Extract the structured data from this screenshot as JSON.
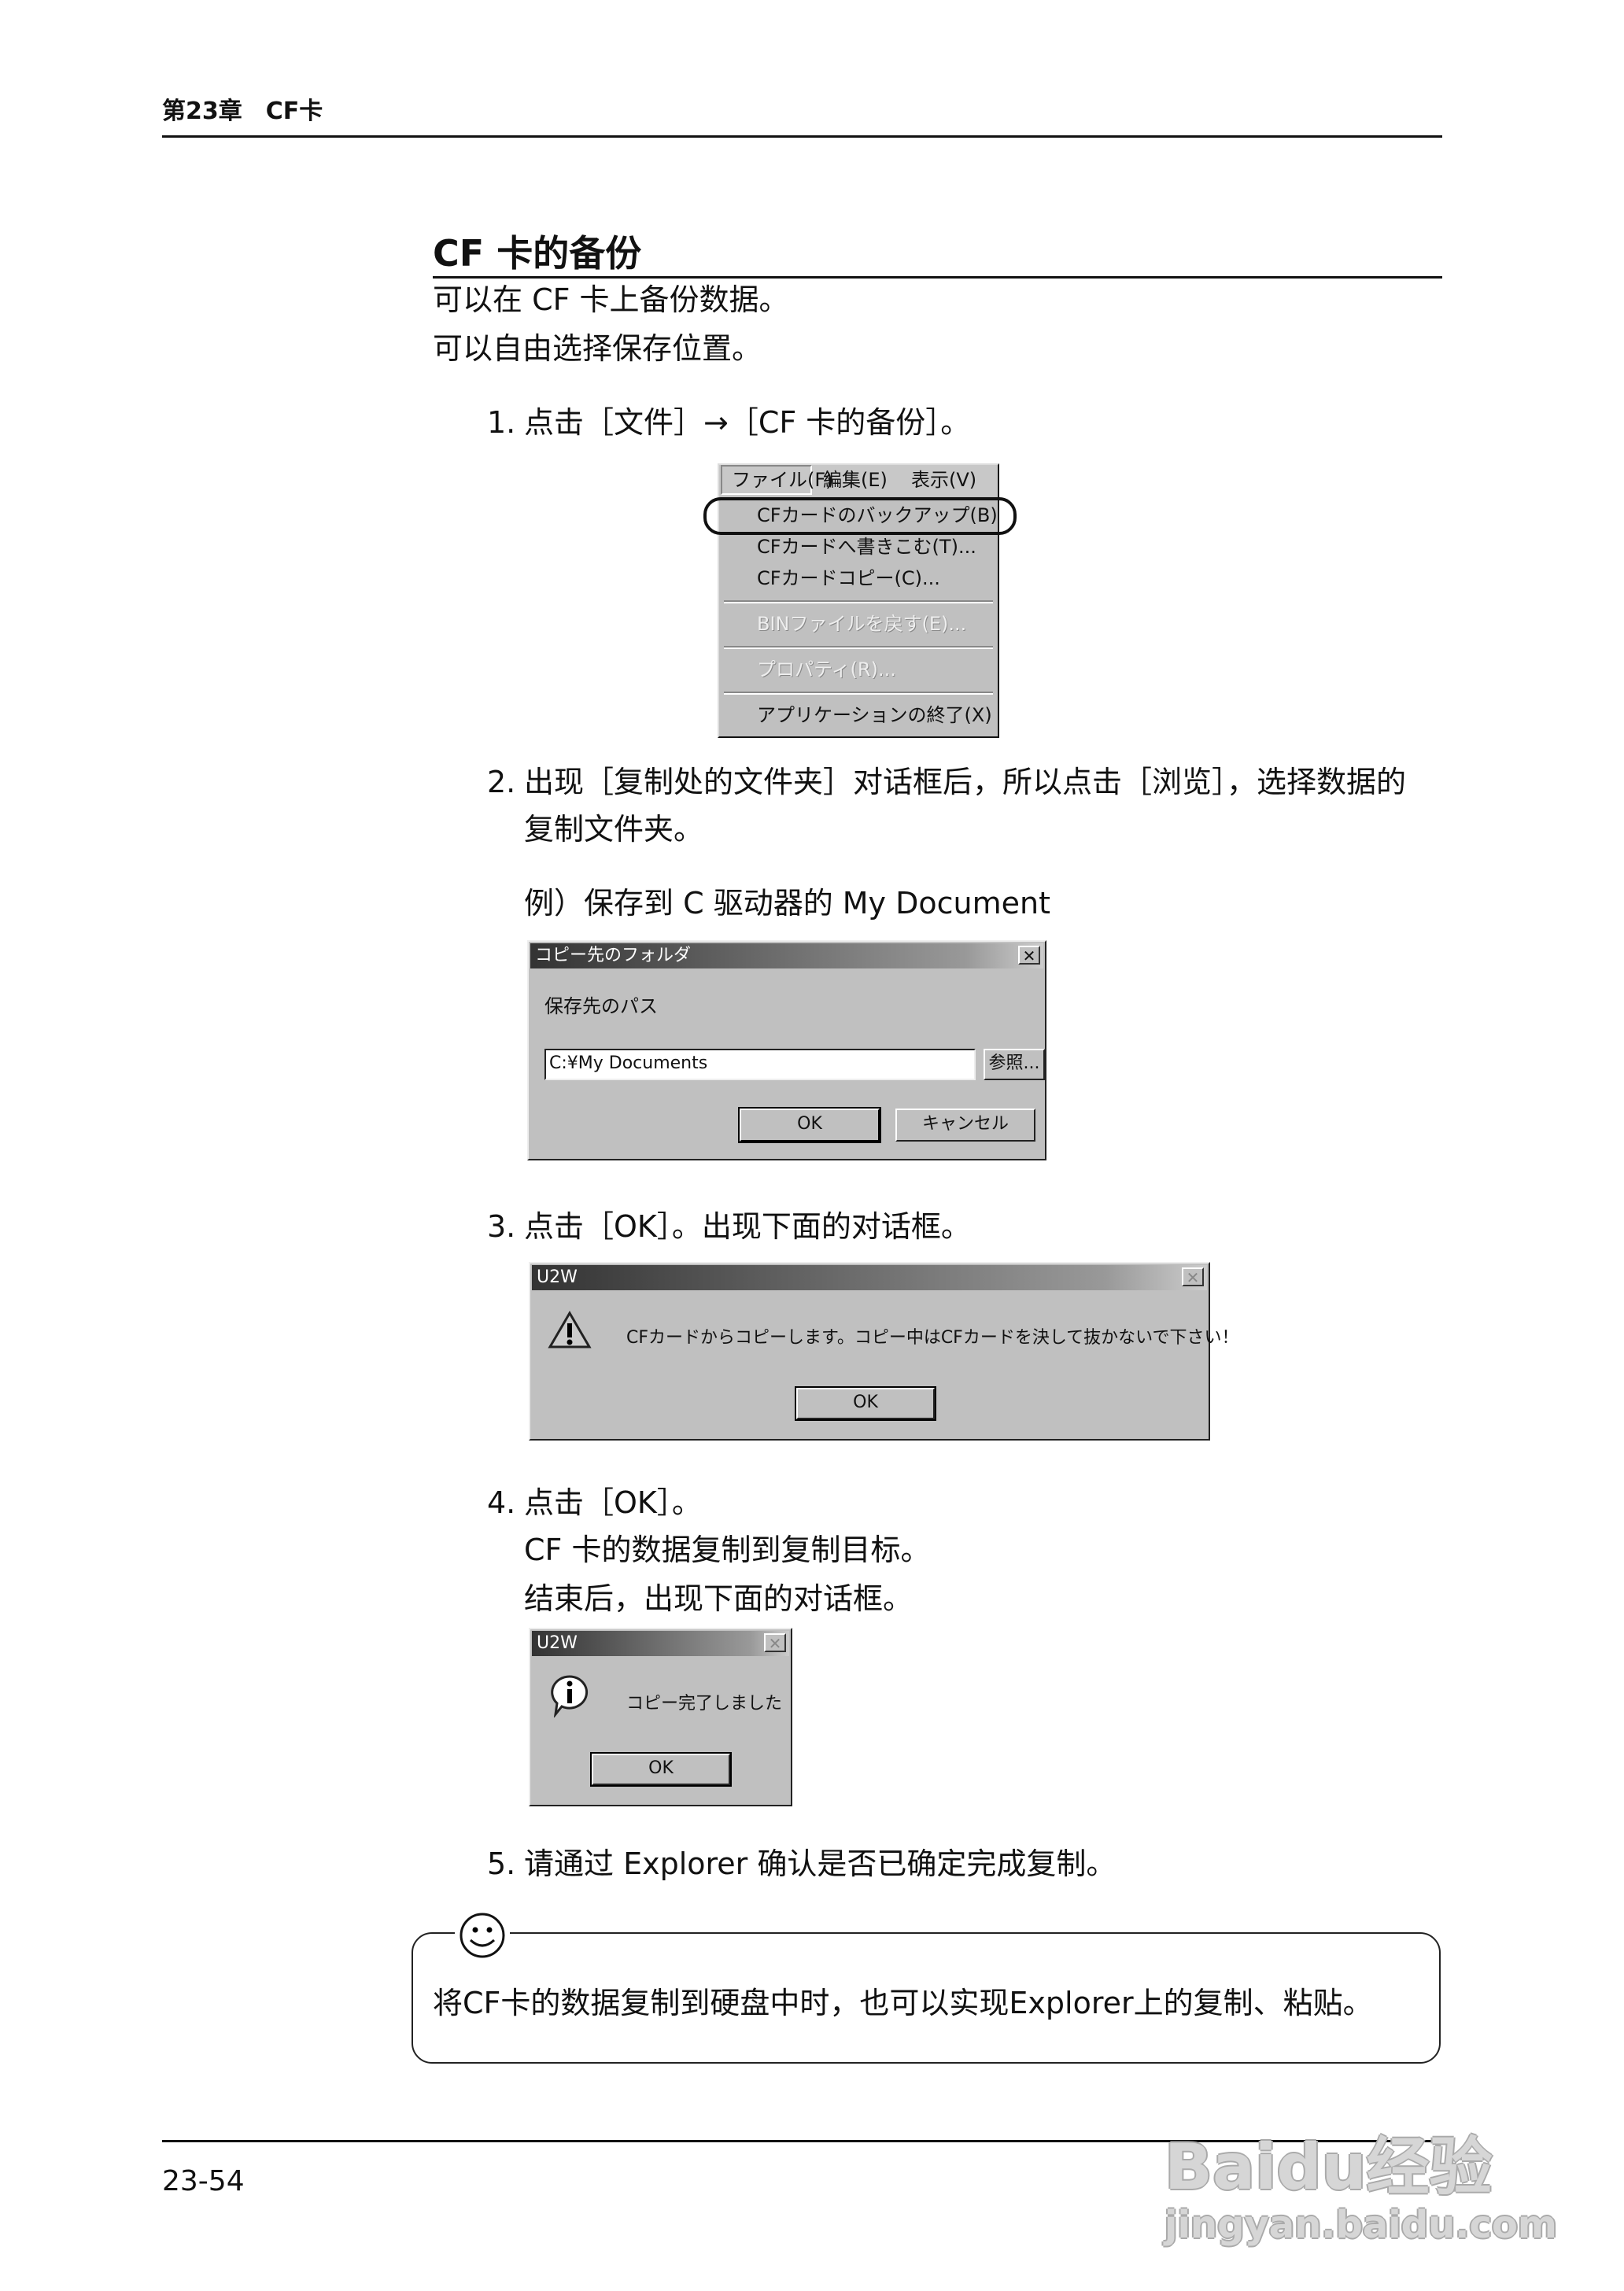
{
  "header": {
    "chapter": "第23章　CF卡",
    "page_number": "23-54"
  },
  "section": {
    "title": "CF 卡的备份",
    "intro": [
      "可以在 CF 卡上备份数据。",
      "可以自由选择保存位置。"
    ]
  },
  "steps": [
    {
      "num": "1.",
      "lines": [
        "点击［文件］→［CF 卡的备份］。"
      ]
    },
    {
      "num": "2.",
      "lines": [
        "出现［复制处的文件夹］对话框后，所以点击［浏览］，选择数据的",
        "复制文件夹。"
      ],
      "example": "例）保存到 C 驱动器的 My Document"
    },
    {
      "num": "3.",
      "lines": [
        "点击［OK］。出现下面的对话框。"
      ]
    },
    {
      "num": "4.",
      "lines": [
        "点击［OK］。",
        "CF 卡的数据复制到复制目标。",
        "结束后，出现下面的对话框。"
      ]
    },
    {
      "num": "5.",
      "lines": [
        "请通过 Explorer 确认是否已确定完成复制。"
      ]
    }
  ],
  "menu": {
    "bar": [
      "ファイル(F)",
      "編集(E)",
      "表示(V)"
    ],
    "items": [
      "CFカードのバックアップ(B)",
      "CFカードへ書きこむ(T)...",
      "CFカードコピー(C)...",
      "BINファイルを戻す(E)...",
      "プロパティ(R)...",
      "アプリケーションの終了(X)"
    ]
  },
  "dialog_folder": {
    "title": "コピー先のフォルダ",
    "label": "保存先のパス",
    "path_value": "C:¥My Documents",
    "browse": "参照...",
    "ok": "OK",
    "cancel": "キャンセル",
    "close": "✕"
  },
  "dialog_warn": {
    "title": "U2W",
    "message": "CFカードからコピーします。コピー中はCFカードを決して抜かないで下さい！",
    "ok": "OK",
    "close": "✕",
    "icon": "warning-icon"
  },
  "dialog_info": {
    "title": "U2W",
    "message": "コピー完了しました",
    "ok": "OK",
    "close": "✕",
    "icon": "info-icon"
  },
  "note": {
    "icon": "smiley-icon",
    "text": "将CF卡的数据复制到硬盘中时，也可以实现Explorer上的复制、粘贴。"
  },
  "watermark": {
    "line1": "Baidu经验",
    "line2": "jingyan.baidu.com"
  }
}
